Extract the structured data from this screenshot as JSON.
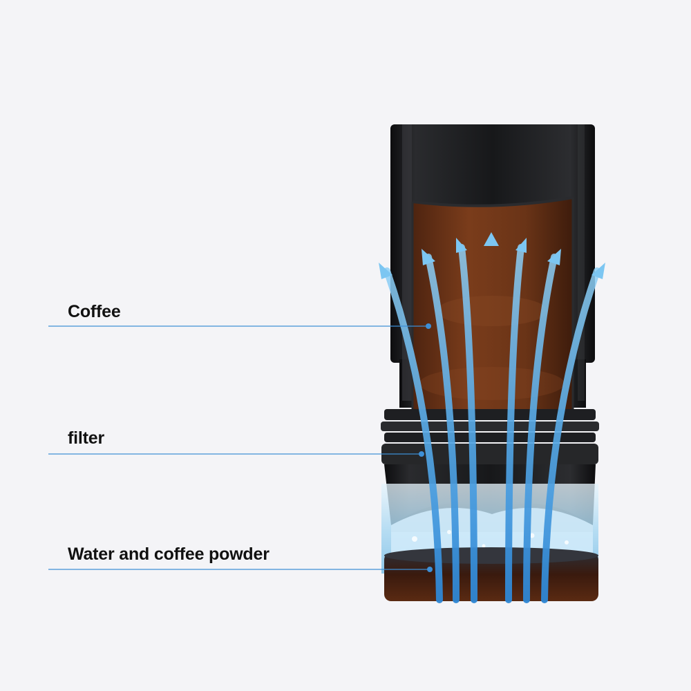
{
  "callouts": [
    {
      "id": "coffee",
      "label": "Coffee"
    },
    {
      "id": "filter",
      "label": "filter"
    },
    {
      "id": "water",
      "label": "Water and coffee powder"
    }
  ],
  "colors": {
    "background": "#f4f4f7",
    "leader_line": "#3d8fd6",
    "flow_arrow": "#4a9fe0",
    "body": "#1b1c1e",
    "coffee_liquid": "#6a3417",
    "water": "#bfe2f5",
    "grounds": "#3a1a0e"
  },
  "icons": [
    "flow-arrow-icon",
    "leader-dot-icon"
  ]
}
